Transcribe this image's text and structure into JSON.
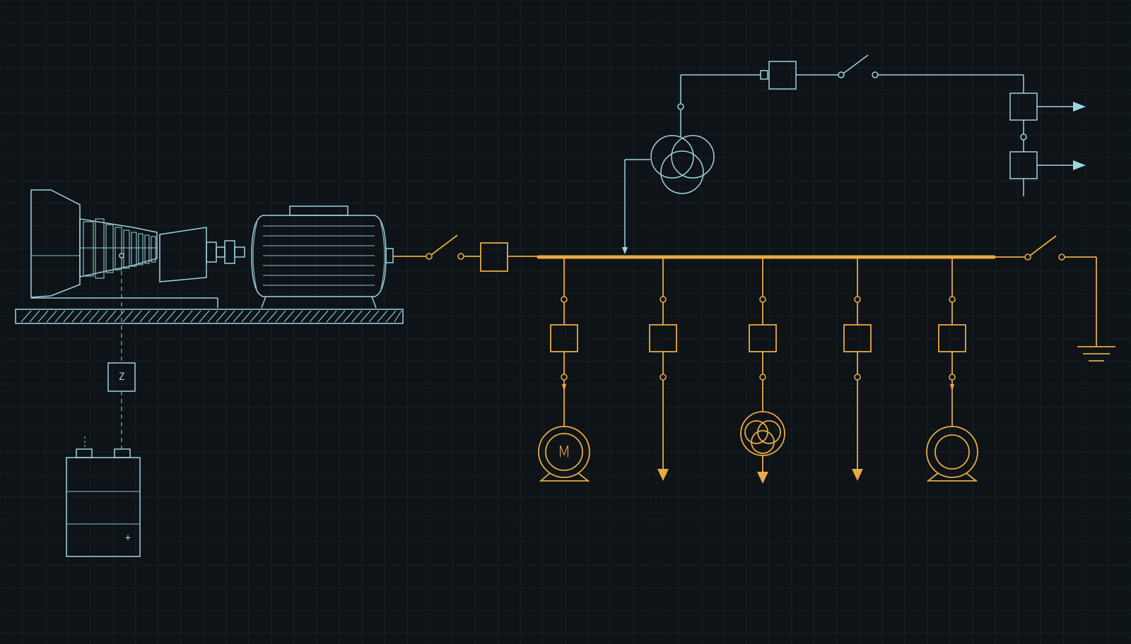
{
  "labels": {
    "motor_symbol": "M",
    "relay_symbol": "Z",
    "battery_terminal": "+"
  },
  "colors": {
    "background": "#0d1316",
    "grid": "#172126",
    "cyan_lines": "#9fd3e0",
    "orange_lines": "#e9a944"
  },
  "icons": {
    "turbine": "gas-turbine-icon",
    "generator": "generator-icon",
    "transformer": "transformer-icon",
    "motor": "motor-icon",
    "battery": "battery-icon",
    "ground": "ground-icon",
    "breaker": "circuit-breaker-icon",
    "switch": "disconnect-switch-icon",
    "arrow": "load-arrow-icon"
  },
  "feeders": [
    {
      "id": "f1",
      "load": "motor"
    },
    {
      "id": "f2",
      "load": "arrow"
    },
    {
      "id": "f3",
      "load": "transformer"
    },
    {
      "id": "f4",
      "load": "arrow"
    },
    {
      "id": "f5",
      "load": "generator"
    }
  ]
}
